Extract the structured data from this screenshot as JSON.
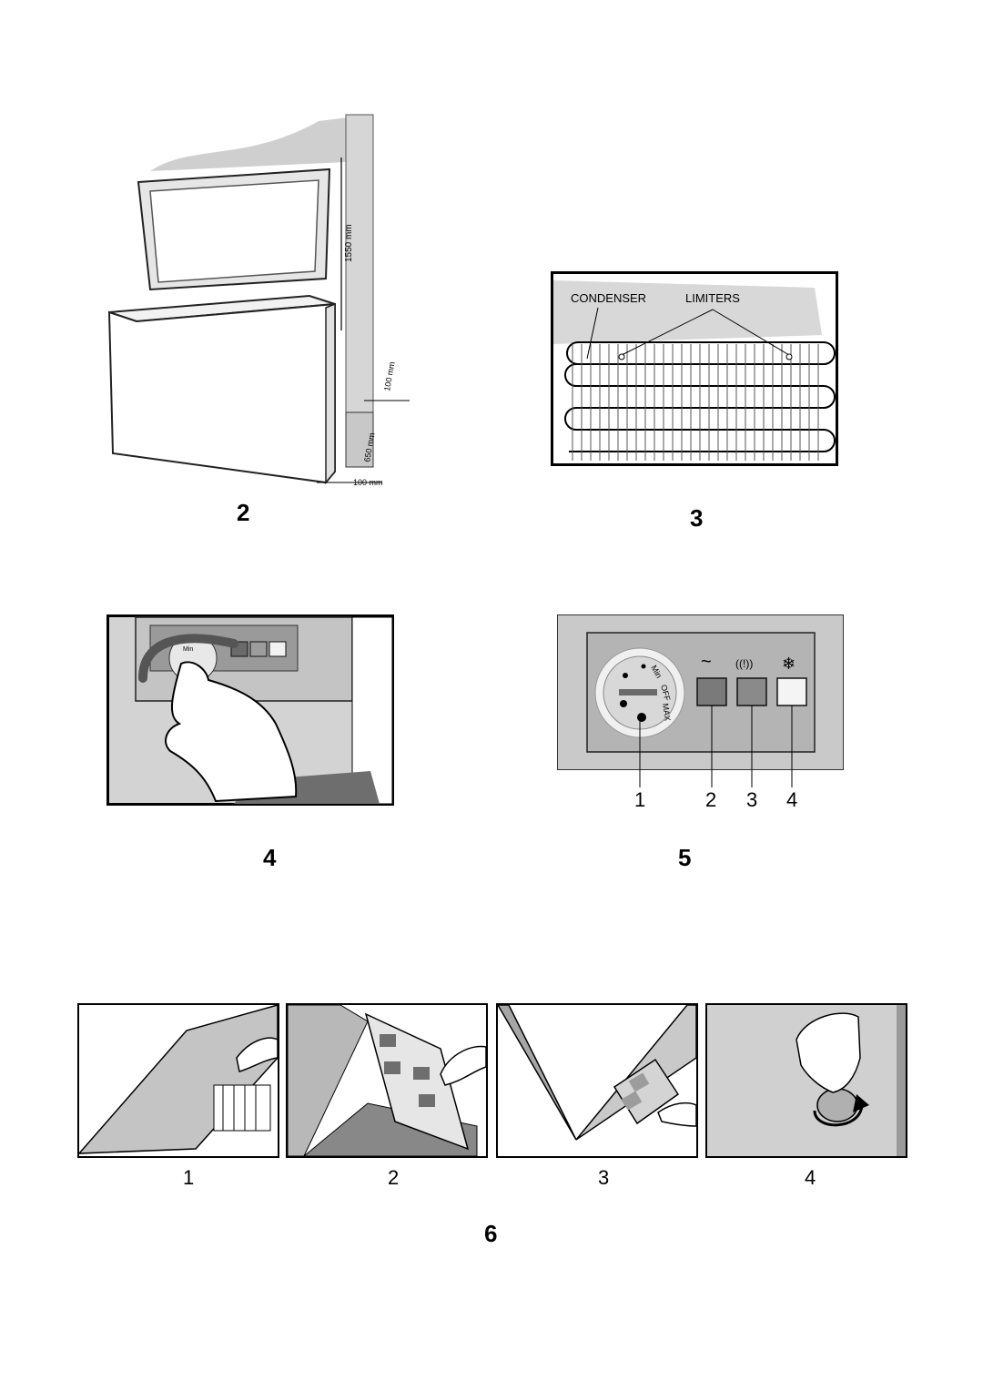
{
  "figures": {
    "fig2": {
      "number": "2",
      "dims": {
        "height": "1550 mm",
        "top_gap": "100 mm",
        "side": "650 mm",
        "bottom_gap": "100 mm"
      }
    },
    "fig3": {
      "number": "3",
      "condenser_label": "CONDENSER",
      "limiters_label": "LIMITERS"
    },
    "fig4": {
      "number": "4",
      "dial_text": "Min"
    },
    "fig5": {
      "number": "5",
      "dial": {
        "min": "Min",
        "off": "OFF",
        "max": "MAX"
      },
      "callouts": [
        "1",
        "2",
        "3",
        "4"
      ],
      "indicator_symbols": {
        "power": "~",
        "alarm": "((!))",
        "fast_freeze": "❄"
      }
    },
    "fig6": {
      "number": "6",
      "steps": [
        "1",
        "2",
        "3",
        "4"
      ]
    }
  },
  "colors": {
    "panel_gray": "#c9c9c9",
    "panel_dark": "#a9a9a9",
    "indicator_dark": "#7a7a7a"
  }
}
